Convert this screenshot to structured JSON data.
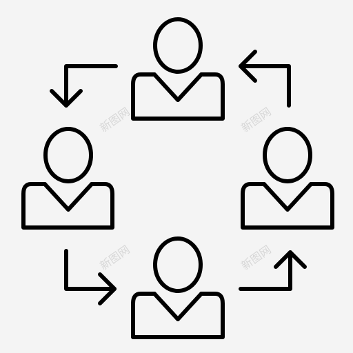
{
  "icon": {
    "name": "team-rotation-icon",
    "stroke_color": "#000000",
    "background_color": "#f4f4f4",
    "people": [
      "top",
      "left",
      "right",
      "bottom"
    ],
    "arrows": [
      "top-left",
      "top-right",
      "bottom-left",
      "bottom-right"
    ]
  },
  "watermark": {
    "text": "新图网"
  }
}
